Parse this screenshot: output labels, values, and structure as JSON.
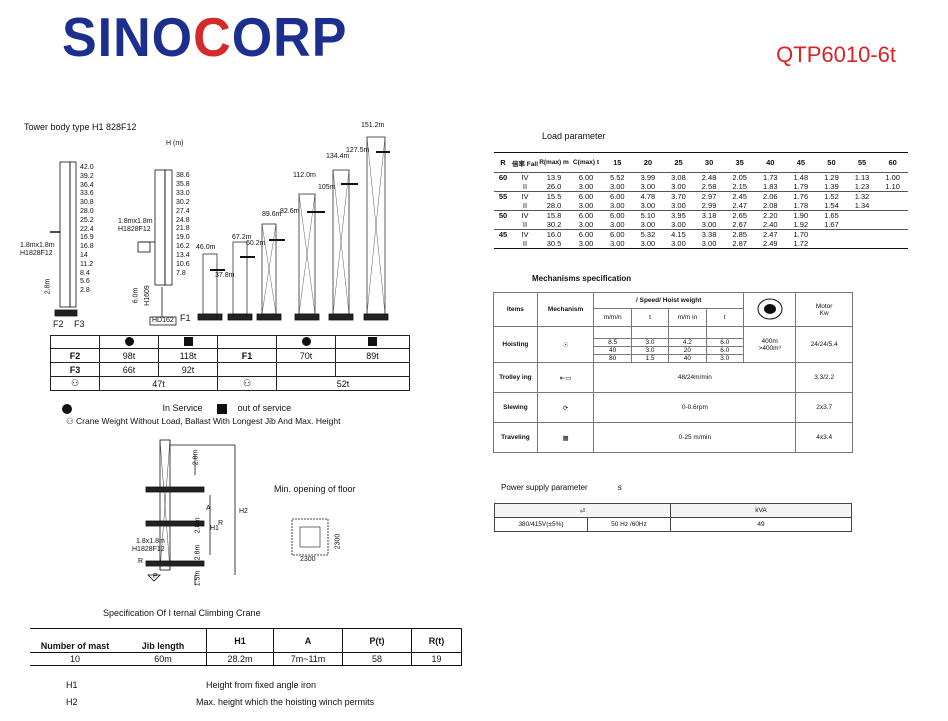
{
  "header": {
    "brand_left": "SINO",
    "brand_o": "C",
    "brand_right": "ORP",
    "model": "QTP6010-6t"
  },
  "tower": {
    "caption": "Tower body type H1 828F12",
    "h_label": "H (m)",
    "jib_label": "1.8mx1.8m",
    "jib_code": "H1828F12",
    "left_heights": [
      "42.0",
      "39.2",
      "36.4",
      "33.6",
      "30.8",
      "28.0",
      "25.2",
      "22.4",
      "16.9",
      "16.8",
      "14",
      "11.2",
      "8.4",
      "5.6",
      "2.8"
    ],
    "mid_heights": [
      "38.6",
      "35.8",
      "33.0",
      "30.2",
      "27.4",
      "24.8",
      "21.8",
      "19.0",
      "16.2",
      "13.4",
      "10.6",
      "7.8"
    ],
    "heights_top": [
      "46.0m",
      "67.2m",
      "89.6m",
      "112.0m",
      "134.4m",
      "151.2m"
    ],
    "side_labels": [
      "37.8m",
      "60.2m",
      "82.6m",
      "105m",
      "127.5m"
    ],
    "f_labels": {
      "f1": "F1",
      "f2": "F2",
      "f3": "F3"
    },
    "base_label": "HD162",
    "left_label": "1.8mx1.8m",
    "left_code": "H1828F12",
    "dim_2_8": "2.8m",
    "dim_6_0": "6.0m",
    "dim_hd": "H1609"
  },
  "ballast": {
    "rows": [
      {
        "label": "F2",
        "c1": "98t",
        "c2": "118t",
        "c3": "F1",
        "c4": "70t",
        "c5": "89t"
      },
      {
        "label": "F3",
        "c1": "66t",
        "c2": "92t",
        "c3": "",
        "c4": "",
        "c5": ""
      }
    ],
    "weight_row": {
      "c1": "47t",
      "c2": "52t"
    }
  },
  "legend": {
    "in_service": "In Service",
    "out_service": "out of service",
    "crane_weight": "Crane Weight Without Load, Ballast With Longest Jib And Max. Height"
  },
  "climb": {
    "min_opening": "Min. opening of floor",
    "jib_size": "1.8x1.8m",
    "jib_code": "H1828F12",
    "dims": [
      "2.8m",
      "2.8m",
      "2.8m",
      "1.5m"
    ],
    "letters": [
      "A",
      "H1",
      "H2",
      "R",
      "P",
      "R"
    ],
    "opening_dims": [
      "2300",
      "2300"
    ],
    "title": "Specification Of I  ternal Climbing Crane"
  },
  "spec_table": {
    "headers": [
      "Number of mast",
      "Jib length",
      "H1",
      "A",
      "P(t)",
      "R(t)"
    ],
    "row": [
      "10",
      "60m",
      "28.2m",
      "7m~11m",
      "58",
      "19"
    ]
  },
  "notes": [
    {
      "k": "H1",
      "v": "Height from fixed angle iron"
    },
    {
      "k": "H2",
      "v": "Max.   height which the hoisting winch permits"
    }
  ],
  "load": {
    "title": "Load parameter",
    "head": [
      "R",
      "倍率 Fall",
      "R(max) m",
      "C(max) t",
      "15",
      "20",
      "25",
      "30",
      "35",
      "40",
      "45",
      "50",
      "55",
      "60"
    ],
    "rows": [
      {
        "r": "60",
        "fall": "IV",
        "rmax": "13.9",
        "c": "6.00",
        "v": [
          "5.52",
          "3.99",
          "3.08",
          "2.48",
          "2.05",
          "1.73",
          "1.48",
          "1.29",
          "1.13",
          "1.00"
        ]
      },
      {
        "r": "",
        "fall": "II",
        "rmax": "26.0",
        "c": "3.00",
        "v": [
          "3.00",
          "3.00",
          "3.00",
          "2.58",
          "2.15",
          "1.83",
          "1.79",
          "1.39",
          "1.23",
          "1.10"
        ]
      },
      {
        "r": "55",
        "fall": "IV",
        "rmax": "15.5",
        "c": "6.00",
        "v": [
          "6.00",
          "4.78",
          "3.70",
          "2.97",
          "2.45",
          "2.06",
          "1.76",
          "1.52",
          "1.32",
          ""
        ]
      },
      {
        "r": "",
        "fall": "II",
        "rmax": "28.0",
        "c": "3.00",
        "v": [
          "3.00",
          "3.00",
          "3.00",
          "2.99",
          "2.47",
          "2.08",
          "1.78",
          "1.54",
          "1.34",
          ""
        ]
      },
      {
        "r": "50",
        "fall": "IV",
        "rmax": "15.8",
        "c": "6.00",
        "v": [
          "6.00",
          "5.10",
          "3.95",
          "3.18",
          "2.65",
          "2.20",
          "1.90",
          "1.65",
          "",
          ""
        ]
      },
      {
        "r": "",
        "fall": "II",
        "rmax": "30.2",
        "c": "3.00",
        "v": [
          "3.00",
          "3.00",
          "3.00",
          "3.00",
          "2.67",
          "2.40",
          "1.92",
          "1.67",
          "",
          ""
        ]
      },
      {
        "r": "45",
        "fall": "IV",
        "rmax": "16.0",
        "c": "6.00",
        "v": [
          "6.00",
          "5.32",
          "4.15",
          "3.38",
          "2.85",
          "2.47",
          "1.70",
          "",
          "",
          ""
        ]
      },
      {
        "r": "",
        "fall": "II",
        "rmax": "30.5",
        "c": "3.00",
        "v": [
          "3.00",
          "3.00",
          "3.00",
          "3.00",
          "2.87",
          "2.49",
          "1.72",
          "",
          "",
          ""
        ]
      }
    ]
  },
  "mech": {
    "title": "Mechanisms specification",
    "items": "Items",
    "mechanism": "Mechanism",
    "speed_head": "/        Speed/ Hoist weight",
    "unit_mmin": "m/m/n",
    "unit_t": "t",
    "unit_mmin2": "m/m in",
    "unit_t2": "t",
    "motor": "Motor",
    "kw": "Kw",
    "hoisting": "Hoisting",
    "hoist_rows": [
      [
        "8.5",
        "3.0",
        "4.2",
        "6.0"
      ],
      [
        "40",
        "3.0",
        "20",
        "6.0"
      ],
      [
        "80",
        "1.5",
        "40",
        "3.0"
      ]
    ],
    "hoist_rope": "400m",
    "hoist_rope2": ">400m³",
    "hoist_kw": "24/24/5.4",
    "trolleying": "Trolley ing",
    "trolley_speed": "48/24m/min",
    "trolley_kw": "3.3/2.2",
    "slewing": "Slewing",
    "slew_speed": "0-0.6rpm",
    "slew_kw": "2x3.7",
    "traveling": "Traveling",
    "travel_speed": "0-25 m/min",
    "travel_kw": "4x3.4"
  },
  "power": {
    "title": "Power supply parameter",
    "s": "s",
    "kva": "kVA",
    "voltage": "380/415V(±5%)",
    "freq": "50 Hz /60Hz",
    "value": "49"
  }
}
